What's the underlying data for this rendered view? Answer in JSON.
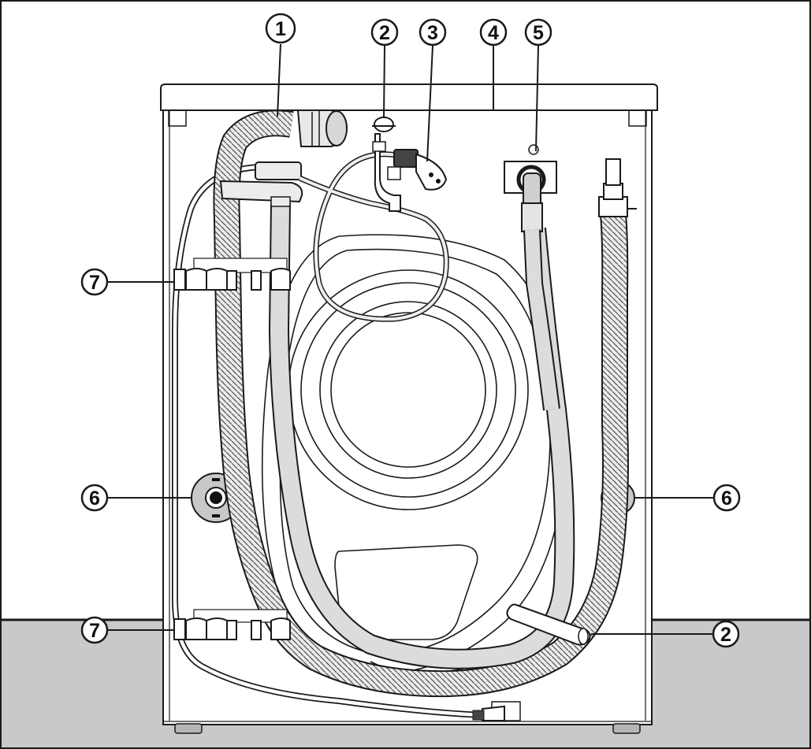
{
  "callouts": [
    {
      "id": "c1",
      "number": "1"
    },
    {
      "id": "c2_top",
      "number": "2"
    },
    {
      "id": "c3",
      "number": "3"
    },
    {
      "id": "c4",
      "number": "4"
    },
    {
      "id": "c5",
      "number": "5"
    },
    {
      "id": "c6_left",
      "number": "6"
    },
    {
      "id": "c6_right",
      "number": "6"
    },
    {
      "id": "c7_top",
      "number": "7"
    },
    {
      "id": "c7_bottom",
      "number": "7"
    },
    {
      "id": "c2_bottom",
      "number": "2"
    }
  ],
  "colors": {
    "line": "#1a1a1a",
    "floor": "#c8c9ca",
    "hose": "#e9e9e9",
    "foot": "#b5b5b5",
    "panel": "#ffffff"
  }
}
